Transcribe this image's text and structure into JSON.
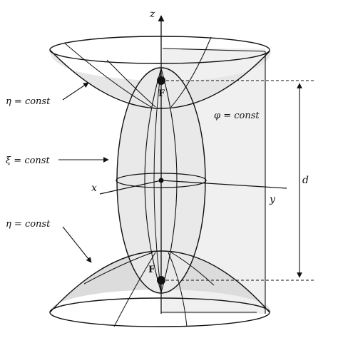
{
  "labels": {
    "eta_top": "η = const",
    "xi": "ξ = const",
    "eta_bottom": "η = const",
    "phi": "φ = const",
    "distance": "d",
    "focus_top": "F",
    "focus_bottom": "F",
    "axis_x": "x",
    "axis_y": "y",
    "axis_z": "z"
  },
  "colors": {
    "stroke": "#111111",
    "fill_light": "#e8e8e8",
    "fill_mid": "#d6d6d6"
  }
}
